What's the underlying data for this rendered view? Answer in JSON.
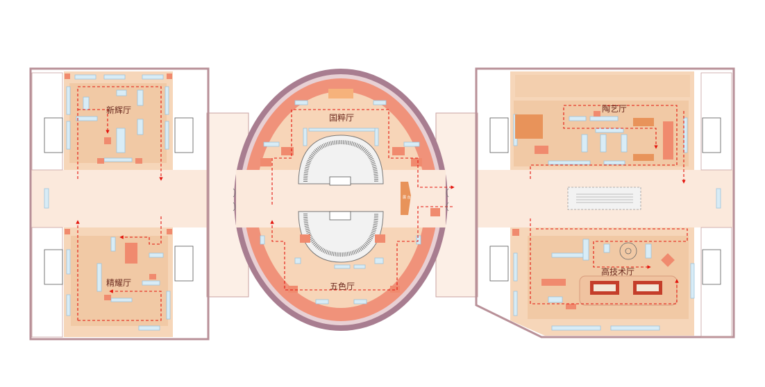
{
  "halls": {
    "xinhui": "新辉厅",
    "taoyi": "陶艺厅",
    "jingyao": "精耀厅",
    "gaojishu": "高技术厅",
    "guocui": "国粹厅",
    "wuse": "五色厅"
  },
  "center_sign": "展 台",
  "colors": {
    "wall": "#b89098",
    "floor": "#f6d6b9",
    "corridor": "#fbe9dc",
    "feature": "#f08a6e",
    "route": "#e3120b",
    "case": "#d8ecf6",
    "oval_ring": "#a87d90"
  }
}
